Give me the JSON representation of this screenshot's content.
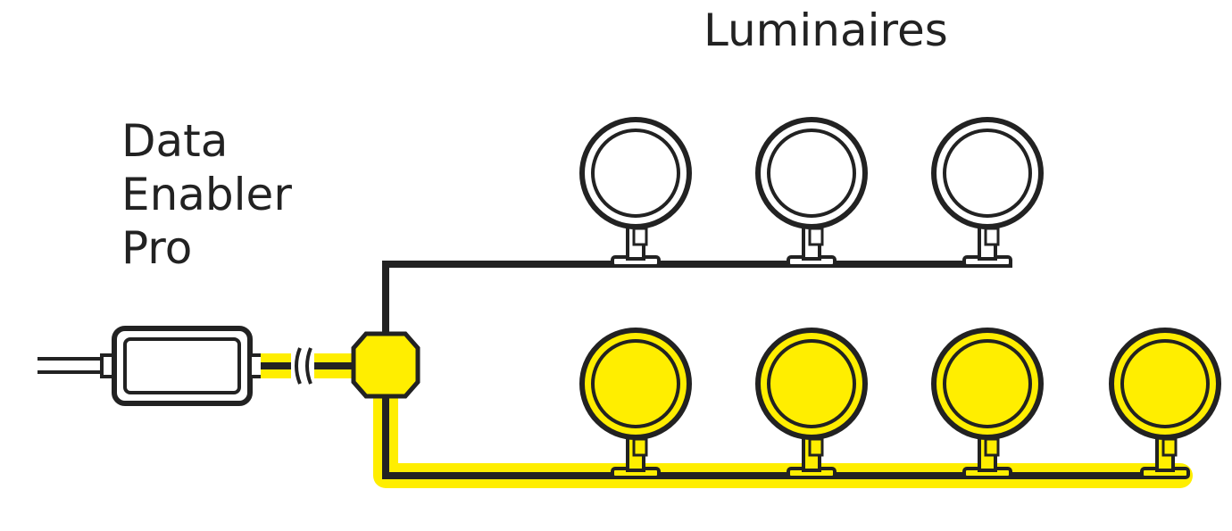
{
  "title": "Luminaires",
  "device_label": [
    "Data",
    "Enabler",
    "Pro"
  ],
  "colors": {
    "line": "#222222",
    "highlight": "#ffee00",
    "background": "#ffffff"
  },
  "luminaires": {
    "top_row": [
      {
        "id": "t1",
        "lit": false
      },
      {
        "id": "t2",
        "lit": false
      },
      {
        "id": "t3",
        "lit": false
      }
    ],
    "bottom_row": [
      {
        "id": "b1",
        "lit": true
      },
      {
        "id": "b2",
        "lit": true
      },
      {
        "id": "b3",
        "lit": true
      },
      {
        "id": "b4",
        "lit": true
      }
    ]
  }
}
